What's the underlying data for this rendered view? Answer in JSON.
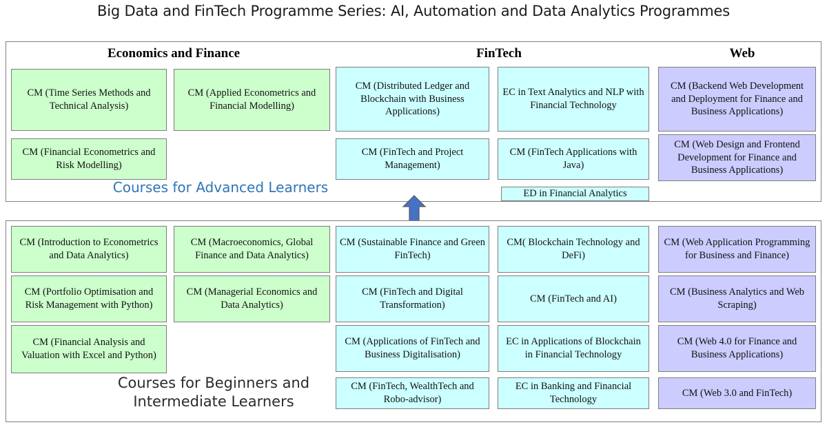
{
  "title": "Big Data and FinTech Programme Series: AI, Automation and Data Analytics Programmes",
  "colors": {
    "green": "#CCFFCC",
    "cyan": "#CCFFFF",
    "purple": "#CCCCFF",
    "caption_advanced": "#2E75B6",
    "caption_beginner": "#2b2b2b",
    "arrow": "#4472C4",
    "border": "#7d7d7d"
  },
  "headers": {
    "economics": "Economics and Finance",
    "fintech": "FinTech",
    "web": "Web"
  },
  "captions": {
    "advanced": "Courses for Advanced Learners",
    "beginner_line1": "Courses for Beginners and",
    "beginner_line2": "Intermediate Learners"
  },
  "arrow": {
    "icon": "arrow-up-icon",
    "direction": "up"
  },
  "advanced": {
    "economics_col1": [
      "CM (Time Series Methods and Technical Analysis)",
      "CM (Financial Econometrics and Risk Modelling)"
    ],
    "economics_col2": [
      "CM (Applied Econometrics and Financial Modelling)"
    ],
    "fintech_col1": [
      "CM (Distributed Ledger and Blockchain with Business Applications)",
      "CM (FinTech and Project Management)"
    ],
    "fintech_col2": [
      "EC in Text Analytics and NLP with Financial Technology",
      "CM (FinTech Applications with Java)",
      "ED in Financial Analytics"
    ],
    "web_col": [
      "CM (Backend Web Development and Deployment for Finance and Business Applications)",
      "CM (Web Design and Frontend Development for Finance and Business Applications)"
    ]
  },
  "beginner": {
    "economics_col1": [
      "CM (Introduction to Econometrics and Data Analytics)",
      "CM (Portfolio Optimisation and Risk Management with Python)",
      "CM (Financial Analysis and Valuation with Excel and Python)"
    ],
    "economics_col2": [
      "CM (Macroeconomics, Global Finance and Data Analytics)",
      "CM (Managerial Economics and Data Analytics)"
    ],
    "fintech_col1": [
      "CM (Sustainable Finance and Green FinTech)",
      "CM (FinTech and Digital Transformation)",
      "CM (Applications of FinTech and Business Digitalisation)",
      "CM (FinTech, WealthTech and Robo-advisor)"
    ],
    "fintech_col2": [
      "CM( Blockchain Technology and DeFi)",
      "CM (FinTech and AI)",
      "EC in Applications of Blockchain in Financial Technology",
      "EC in Banking and Financial Technology"
    ],
    "web_col": [
      "CM (Web Application Programming for Business and Finance)",
      "CM (Business Analytics and Web Scraping)",
      "CM (Web 4.0 for Finance and Business Applications)",
      "CM (Web 3.0 and FinTech)"
    ]
  }
}
